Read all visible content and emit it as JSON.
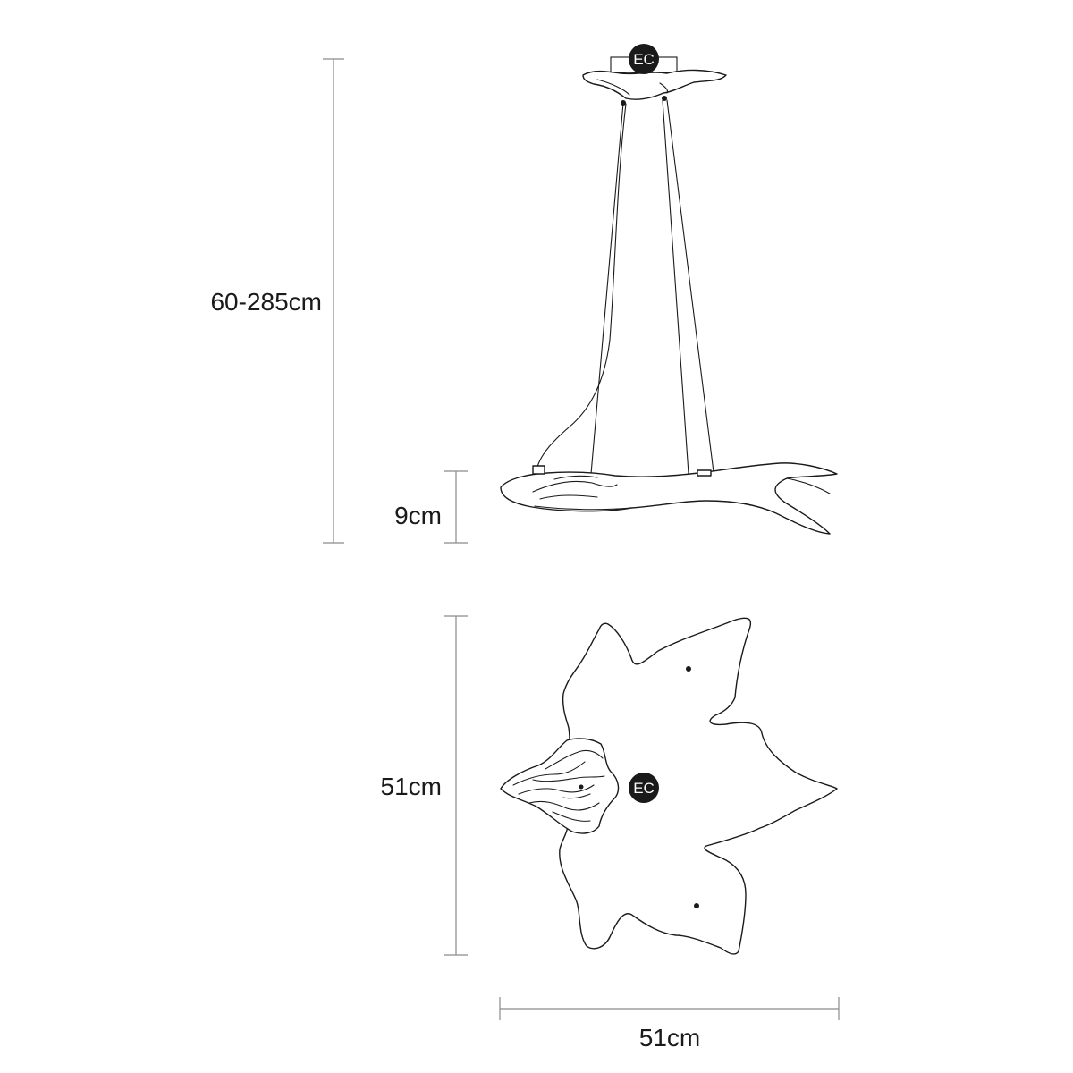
{
  "dimensions": {
    "cable_height": "60-285cm",
    "body_height": "9cm",
    "top_depth": "51cm",
    "top_width": "51cm"
  },
  "badges": {
    "side_view": "EC",
    "top_view": "EC"
  }
}
